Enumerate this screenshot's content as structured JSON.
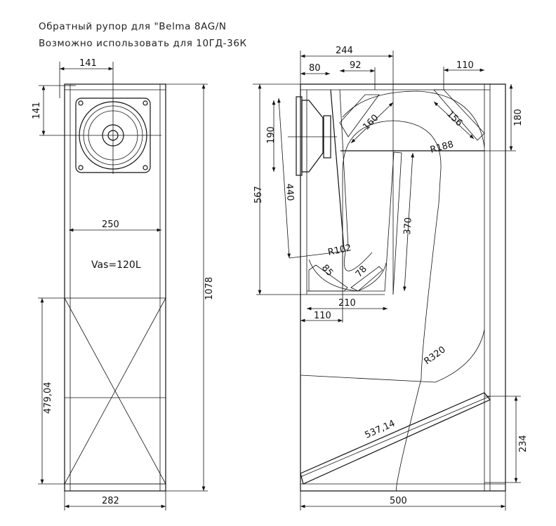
{
  "title": {
    "line1": "Обратный рупор для \"Belma 8AG/N",
    "line2": "Возможно использовать для 10ГД-36К"
  },
  "front_view": {
    "dims": {
      "speaker_width": "141",
      "speaker_height": "141",
      "inner_width": "250",
      "height": "1078",
      "lower_section": "479,04",
      "outer_width": "282"
    },
    "vas_label": "Vas=120L"
  },
  "side_view": {
    "dims": {
      "top_244": "244",
      "top_80": "80",
      "top_92": "92",
      "top_110": "110",
      "right_180": "180",
      "left_567": "567",
      "driver_190": "190",
      "slant_440": "440",
      "slant_370": "370",
      "bottom_210": "210",
      "bottom_110": "110",
      "width_500": "500",
      "right_234": "234",
      "diag_537": "537,14",
      "r320": "R320",
      "r188": "R188",
      "r102": "R102",
      "d160": "160",
      "d156": "156",
      "d85": "85",
      "d78": "78"
    }
  }
}
